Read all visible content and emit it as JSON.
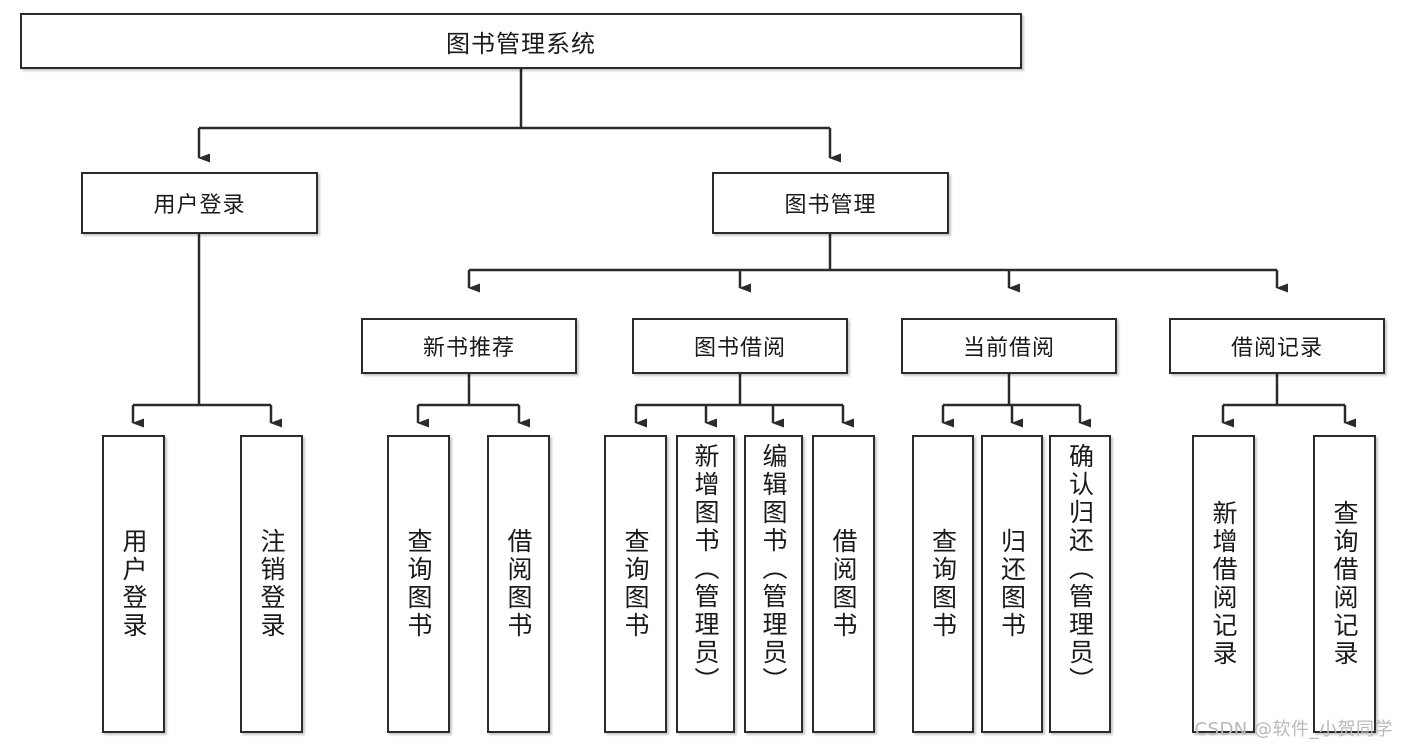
{
  "diagram": {
    "title": "图书管理系统",
    "watermark": "CSDN @软件_小贺同学",
    "colors": {
      "box_border": "#2b2b2b",
      "box_fill": "#ffffff",
      "edge": "#2b2b2b",
      "background": "#ffffff",
      "watermark": "#b9b9b9"
    },
    "root": {
      "label": "图书管理系统"
    },
    "level2": [
      {
        "label": "用户登录"
      },
      {
        "label": "图书管理"
      }
    ],
    "level3": [
      {
        "label": "新书推荐"
      },
      {
        "label": "图书借阅"
      },
      {
        "label": "当前借阅"
      },
      {
        "label": "借阅记录"
      }
    ],
    "leaves": {
      "user_login": [
        {
          "label": "用户登录"
        },
        {
          "label": "注销登录"
        }
      ],
      "new_book_recommend": [
        {
          "label": "查询图书"
        },
        {
          "label": "借阅图书"
        }
      ],
      "book_borrow": [
        {
          "label": "查询图书"
        },
        {
          "label": "新增图书（管理员）"
        },
        {
          "label": "编辑图书（管理员）"
        },
        {
          "label": "借阅图书"
        }
      ],
      "current_borrow": [
        {
          "label": "查询图书"
        },
        {
          "label": "归还图书"
        },
        {
          "label": "确认归还（管理员）"
        }
      ],
      "borrow_record": [
        {
          "label": "新增借阅记录"
        },
        {
          "label": "查询借阅记录"
        }
      ]
    }
  }
}
